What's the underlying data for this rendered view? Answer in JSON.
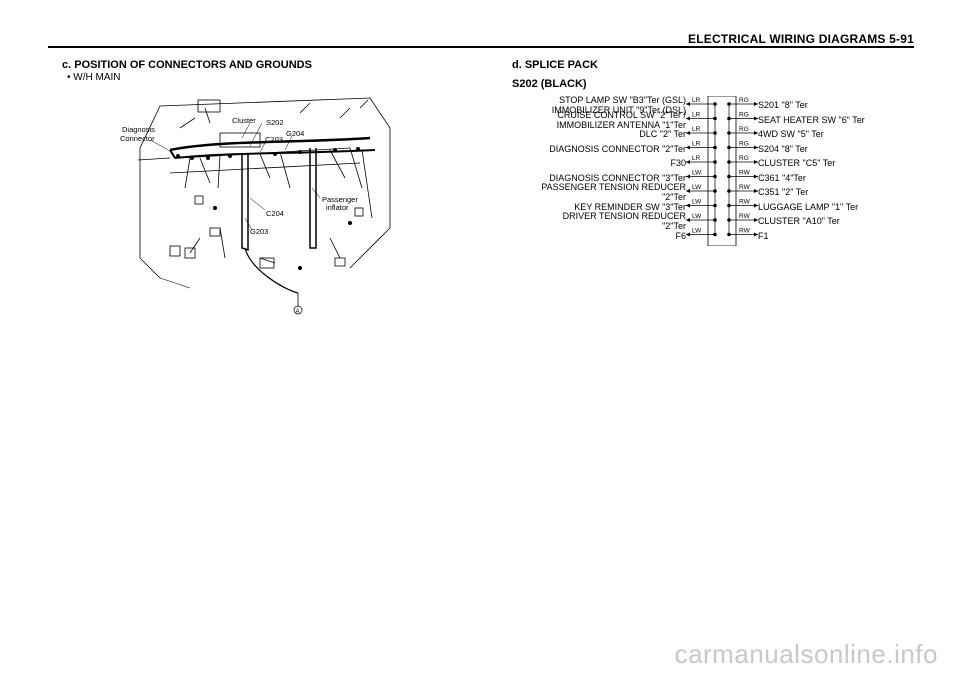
{
  "header": {
    "title": "ELECTRICAL WIRING DIAGRAMS  5-91"
  },
  "section_c": {
    "heading": "c. POSITION OF CONNECTORS AND GROUNDS",
    "bullet": "•  W/H MAIN",
    "labels": {
      "diagnosis_connector": [
        "Diagnosis",
        "Connector"
      ],
      "cluster": "Cluster",
      "s202": "S202",
      "c203": "C203",
      "g204": "G204",
      "c204": "C204",
      "g203": "G203",
      "passenger_inflator": [
        "Passenger",
        "inflator"
      ],
      "marker_a": "A"
    }
  },
  "section_d": {
    "heading": "d. SPLICE PACK",
    "subheading": "S202 (BLACK)",
    "left_rows": [
      {
        "lines": [
          "STOP LAMP SW \"B3\"Ter (GSL)",
          "IMMOBILIZER UNIT \"9\"Ter (DSL)"
        ],
        "wire": "LR"
      },
      {
        "lines": [
          "CRUISE CONTROL SW \"2\"Ter /",
          "IMMOBILIZER ANTENNA \"1\"Ter"
        ],
        "wire": "LR"
      },
      {
        "lines": [
          "DLC \"2\" Ter"
        ],
        "wire": "LR"
      },
      {
        "lines": [
          "DIAGNOSIS CONNECTOR \"2\"Ter"
        ],
        "wire": "LR"
      },
      {
        "lines": [
          "F30"
        ],
        "wire": "LR"
      },
      {
        "lines": [
          "DIAGNOSIS CONNECTOR \"3\"Ter"
        ],
        "wire": "LW"
      },
      {
        "lines": [
          "PASSENGER TENSION REDUCER",
          "\"2\"Ter"
        ],
        "wire": "LW"
      },
      {
        "lines": [
          "KEY REMINDER SW \"3\"Ter"
        ],
        "wire": "LW"
      },
      {
        "lines": [
          "DRIVER TENSION REDUCER",
          "\"2\"Ter"
        ],
        "wire": "LW"
      },
      {
        "lines": [
          "F6"
        ],
        "wire": "LW"
      }
    ],
    "right_rows": [
      {
        "label": "S201 \"8\" Ter",
        "wire": "RG"
      },
      {
        "label": "SEAT HEATER SW \"6\" Ter",
        "wire": "RG"
      },
      {
        "label": "4WD SW \"5\" Ter",
        "wire": "RG"
      },
      {
        "label": "S204 \"8\" Ter",
        "wire": "RG"
      },
      {
        "label": "CLUSTER \"C5\" Ter",
        "wire": "RG"
      },
      {
        "label": "C361 \"4\"Ter",
        "wire": "RW"
      },
      {
        "label": "C351 \"2\" Ter",
        "wire": "RW"
      },
      {
        "label": "LUGGAGE LAMP \"1\" Ter",
        "wire": "RW"
      },
      {
        "label": "CLUSTER \"A10\" Ter",
        "wire": "RW"
      },
      {
        "label": "F1",
        "wire": "RW"
      }
    ]
  },
  "watermark": "carmanualsonline.info"
}
